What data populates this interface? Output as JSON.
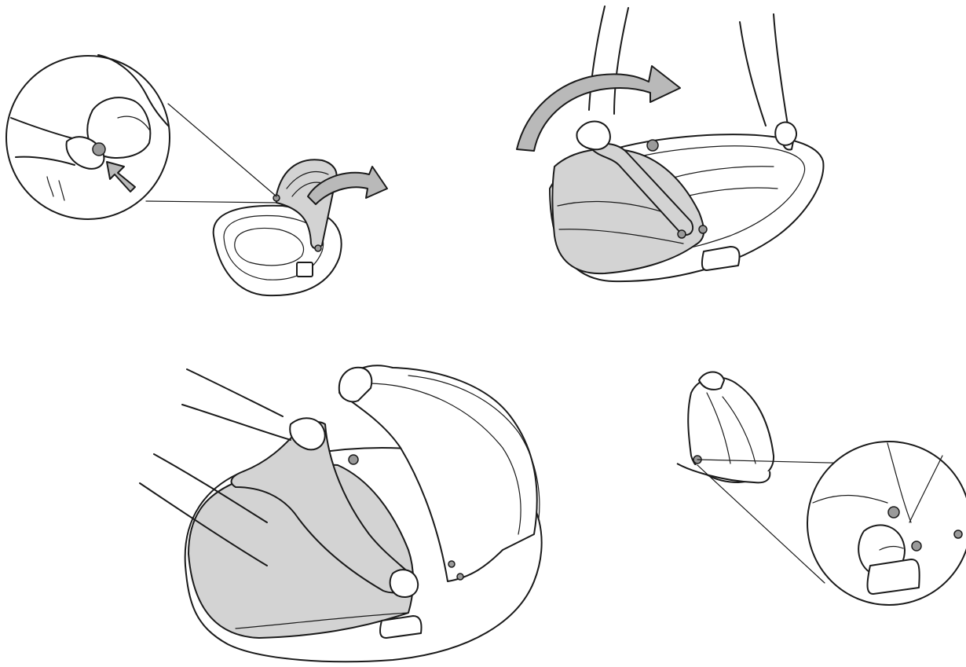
{
  "panels": [
    {
      "id": "step-1",
      "action": "press-button-and-fold-canopy",
      "arrows": [
        "press-arrow",
        "fold-arrow"
      ]
    },
    {
      "id": "step-2",
      "action": "rotate-canopy-over-bassinet",
      "arrows": [
        "rotate-arrow"
      ]
    },
    {
      "id": "step-3",
      "action": "pull-cover-over-canopy",
      "arrows": []
    },
    {
      "id": "step-4",
      "action": "fasten-cover-at-hub",
      "arrows": []
    }
  ],
  "colors": {
    "line": "#1a1a1a",
    "shade": "#d3d3d3",
    "arrow": "#b9b9b9",
    "background": "#ffffff"
  }
}
